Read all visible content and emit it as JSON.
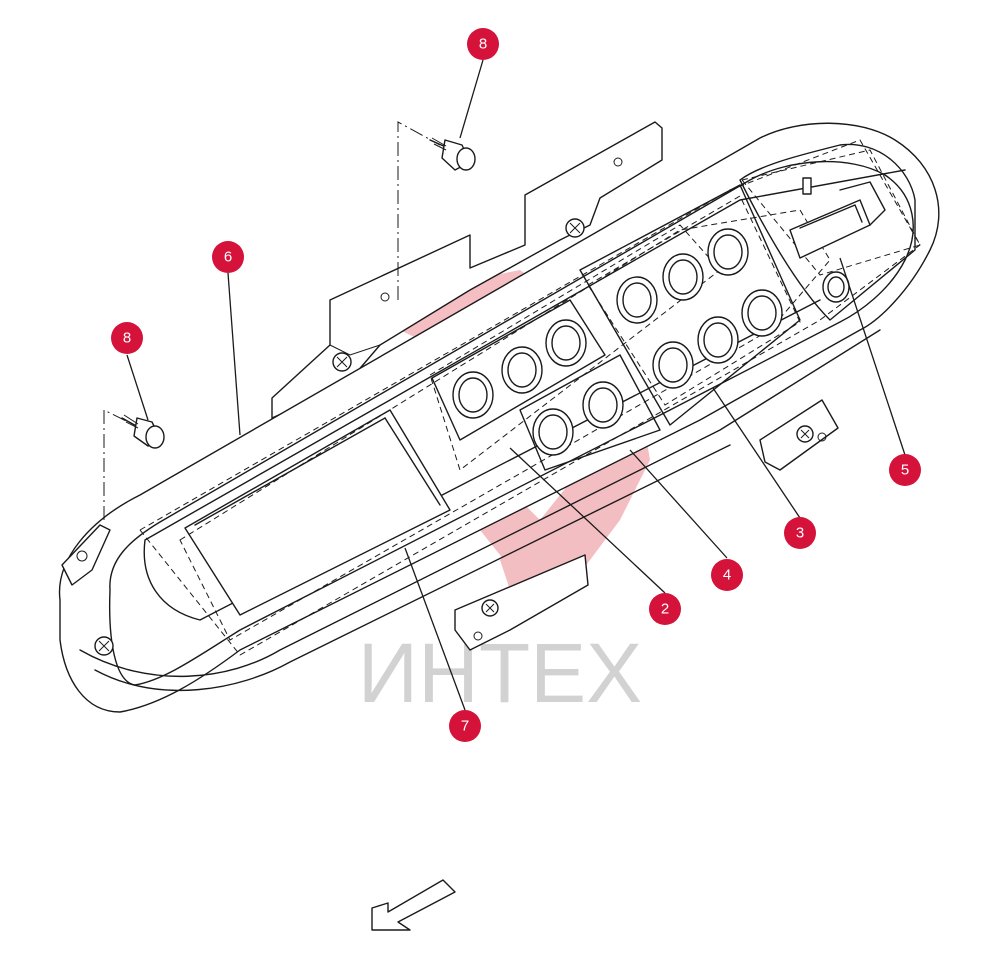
{
  "colors": {
    "callout": "#d4123a",
    "watermark_logo": "#f2b3b8",
    "watermark_text": "#d2d2d2",
    "line": "#1a1a1a"
  },
  "watermark": {
    "text": "ИНТЕХ"
  },
  "callouts": [
    {
      "label": "8"
    },
    {
      "label": "8"
    },
    {
      "label": "6"
    },
    {
      "label": "5"
    },
    {
      "label": "3"
    },
    {
      "label": "4"
    },
    {
      "label": "2"
    },
    {
      "label": "7"
    }
  ],
  "icons": {
    "direction": "arrow-down-left-icon",
    "bolt": "bolt-icon",
    "screw": "screw-icon"
  }
}
